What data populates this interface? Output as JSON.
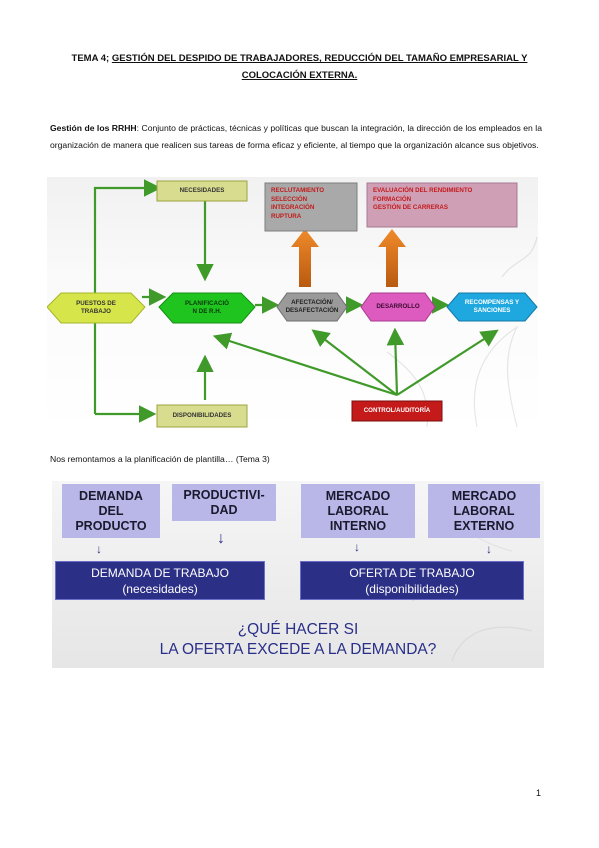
{
  "title": {
    "prefix": "TEMA 4; ",
    "line1": "GESTIÓN DEL DESPIDO DE TRABAJADORES, REDUCCIÓN DEL TAMAÑO EMPRESARIAL Y",
    "line2": "COLOCACIÓN EXTERNA."
  },
  "intro": {
    "term": "Gestión de los RRHH",
    "text": ": Conjunto de prácticas, técnicas y políticas que buscan la integración, la dirección de los empleados en la organización de manera que realicen sus tareas de forma eficaz y eficiente, al tiempo que la organización alcance sus objetivos."
  },
  "diagram1": {
    "necesidades": "NECESIDADES",
    "puestos_l1": "PUESTOS DE",
    "puestos_l2": "TRABAJO",
    "planificacion_l1": "PLANIFICACIÓ",
    "planificacion_l2": "N DE R.H.",
    "afectacion_l1": "AFECTACIÓN/",
    "afectacion_l2": "DESAFECTACIÓN",
    "desarrollo": "DESARROLLO",
    "recompensas_l1": "RECOMPENSAS Y",
    "recompensas_l2": "SANCIONES",
    "disponibilidades": "DISPONIBILIDADES",
    "control": "CONTROL/AUDITORÍA",
    "box_left": [
      "RECLUTAMIENTO",
      "SELECCIÓN",
      "INTEGRACIÓN",
      "RUPTURA"
    ],
    "box_right": [
      "EVALUACIÓN DEL RENDIMIENTO",
      "FORMACIÓN",
      "GESTIÓN DE CARRERAS"
    ]
  },
  "caption": "Nos remontamos a la planificación de plantilla… (Tema 3)",
  "diagram2": {
    "cards": [
      [
        "DEMANDA",
        "DEL",
        "PRODUCTO"
      ],
      [
        "PRODUCTIVI-",
        "DAD"
      ],
      [
        "MERCADO",
        "LABORAL",
        "INTERNO"
      ],
      [
        "MERCADO",
        "LABORAL",
        "EXTERNO"
      ]
    ],
    "bar_left_l1": "DEMANDA DE TRABAJO",
    "bar_left_l2": "(necesidades)",
    "bar_right_l1": "OFERTA DE TRABAJO",
    "bar_right_l2": "(disponibilidades)",
    "question_l1": "¿QUÉ HACER SI",
    "question_l2": "LA OFERTA EXCEDE A LA DEMANDA?"
  },
  "page_number": "1",
  "colors": {
    "green_arrow": "#3f9a2a",
    "yellow_hex": "#d6e64a",
    "green_hex": "#1fc41f",
    "gray_hex": "#9a9a9a",
    "pink_hex": "#dd5bbf",
    "cyan_hex": "#1fa8e0",
    "red_box": "#c41a1a",
    "orange_arrow": "#e07a1a",
    "navy": "#2b2f86",
    "lavender": "#b9b6e8"
  }
}
